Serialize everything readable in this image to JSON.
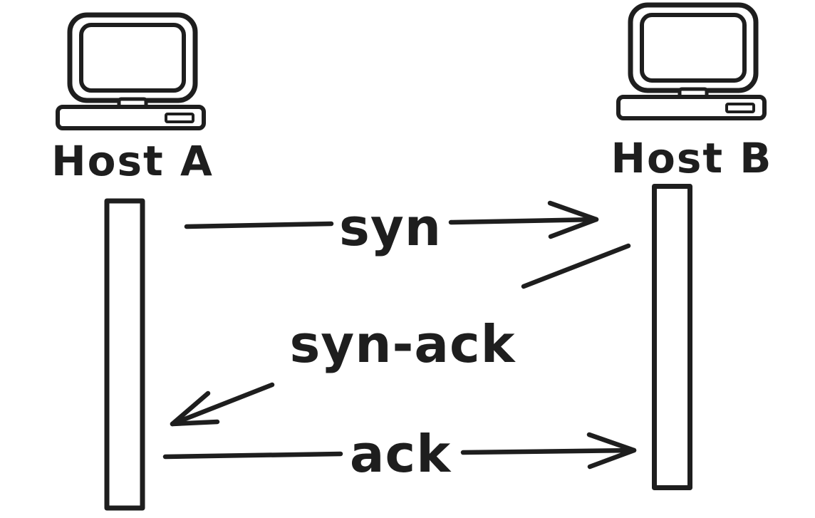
{
  "diagram": {
    "kind": "sequence-diagram",
    "colors": {
      "stroke": "#1e1e1e",
      "background": "#ffffff"
    },
    "hosts": [
      {
        "label": "Host A",
        "icon": "computer-icon"
      },
      {
        "label": "Host B",
        "icon": "computer-icon"
      }
    ],
    "messages": [
      {
        "label": "syn",
        "from": "Host A",
        "to": "Host B"
      },
      {
        "label": "syn-ack",
        "from": "Host B",
        "to": "Host A"
      },
      {
        "label": "ack",
        "from": "Host A",
        "to": "Host B"
      }
    ]
  }
}
